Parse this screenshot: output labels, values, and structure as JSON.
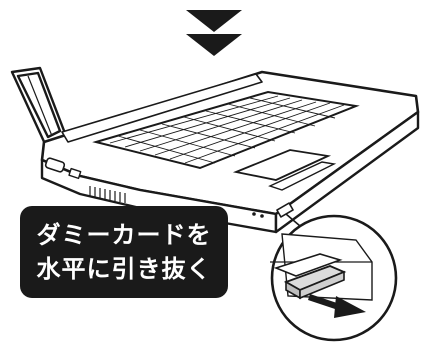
{
  "instruction": {
    "line1": "ダミーカードを",
    "line2": "水平に引き抜く"
  },
  "colors": {
    "ink": "#1a1a1a",
    "background": "#ffffff",
    "callout_text": "#ffffff"
  },
  "icons": [
    "double-chevron-down-icon",
    "laptop-illustration",
    "dummy-card-slot-detail",
    "pull-direction-arrow-icon"
  ]
}
